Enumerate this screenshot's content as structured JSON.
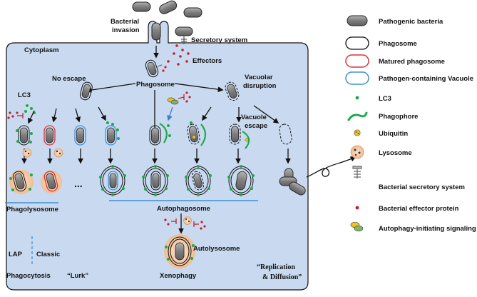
{
  "labels": {
    "bacterial_invasion_1": "Bacterial",
    "bacterial_invasion_2": "invasion",
    "secretory_system": "Secretory system",
    "cytoplasm": "Cytoplasm",
    "effectors": "Effectors",
    "phagosome": "Phagosome",
    "no_escape": "No escape",
    "vacuolar_disruption_1": "Vacuolar",
    "vacuolar_disruption_2": "disruption",
    "lc3": "LC3",
    "vacuole_escape_1": "Vacuole",
    "vacuole_escape_2": "escape",
    "ellipsis": "...",
    "phagolysosome": "Phagolysosome",
    "autophagosome": "Autophagosome",
    "autolysosome": "Autolysosome",
    "xenophagy": "Xenophagy",
    "lap": "LAP",
    "classic": "Classic",
    "phagocytosis": "Phagocytosis",
    "lurk": "“Lurk”",
    "replication_1": "“Replication",
    "replication_2": "& Diffusion”"
  },
  "legend": [
    {
      "icon": "pathogenic-bacteria-icon",
      "label": "Pathogenic bacteria"
    },
    {
      "icon": "phagosome-icon",
      "label": "Phagosome"
    },
    {
      "icon": "matured-phagosome-icon",
      "label": "Matured phagosome"
    },
    {
      "icon": "pathogen-containing-vacuole-icon",
      "label": "Pathogen-containing Vacuole"
    },
    {
      "icon": "lc3-icon",
      "label": "LC3"
    },
    {
      "icon": "phagophore-icon",
      "label": "Phagophore"
    },
    {
      "icon": "ubiquitin-icon",
      "label": "Ubiquitin"
    },
    {
      "icon": "lysosome-icon",
      "label": "Lysosome"
    },
    {
      "icon": "bacterial-secretory-system-icon",
      "label": "Bacterial secretory system"
    },
    {
      "icon": "bacterial-effector-protein-icon",
      "label": "Bacterial effector protein"
    },
    {
      "icon": "autophagy-initiating-signaling-icon",
      "label": "Autophagy-initiating signaling"
    }
  ],
  "colors": {
    "cytoplasm_fill": "#c9daf0",
    "bacteria_fill": "#8a8a8a",
    "matured_phagosome": "#d9343a",
    "vacuole": "#3d8fd6",
    "lc3": "#1fa84a",
    "effector": "#c0212a",
    "lysosome": "#f3c9a4",
    "line_blue": "#3d8fd6"
  }
}
